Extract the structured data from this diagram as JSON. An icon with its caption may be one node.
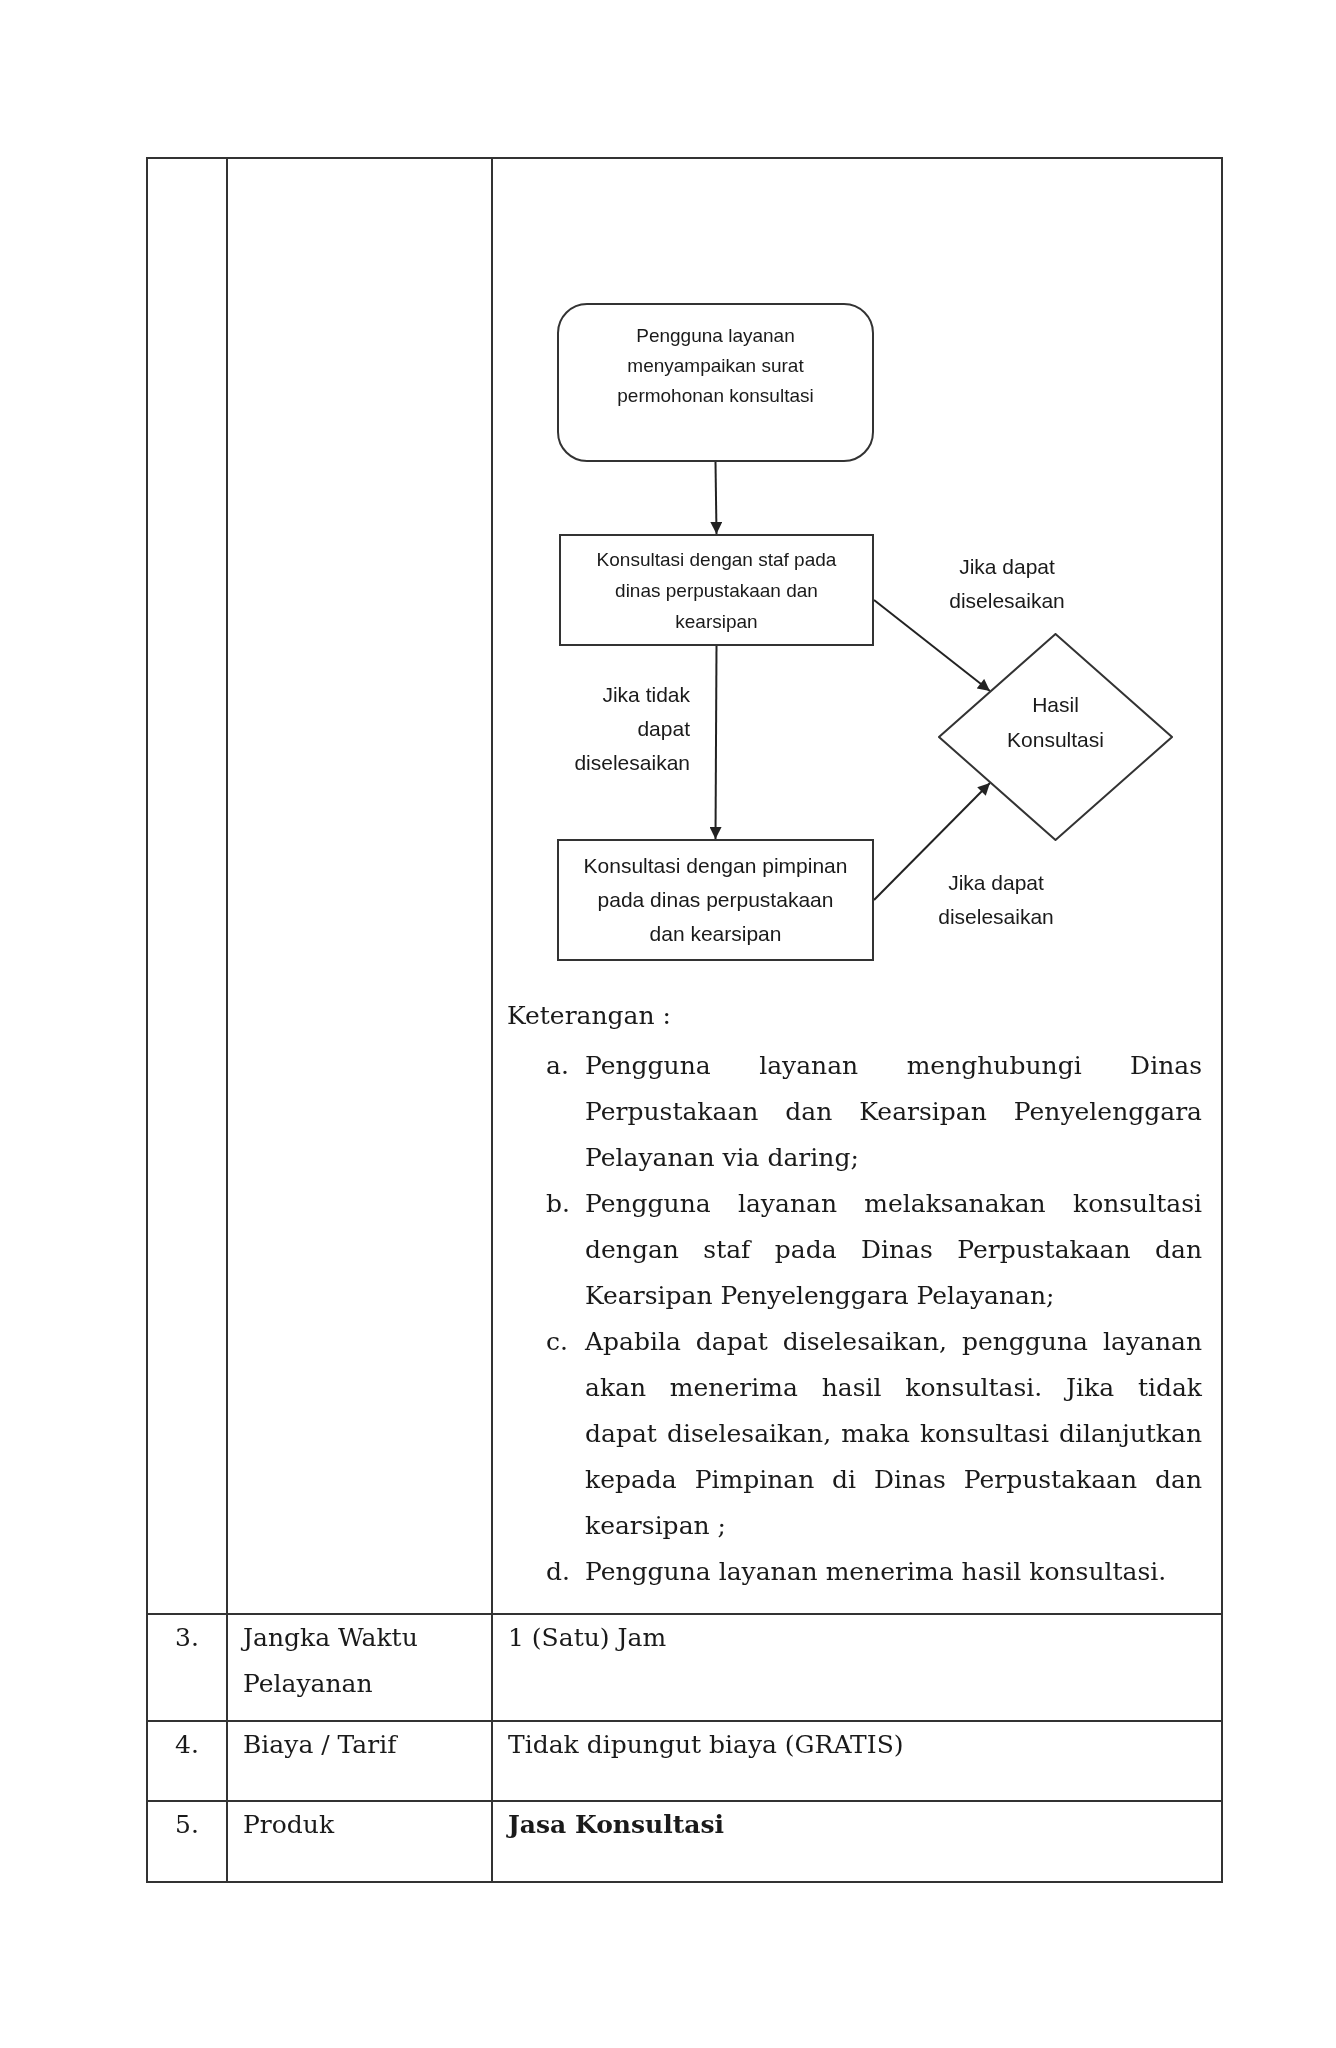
{
  "diagram": {
    "nodes": [
      {
        "text": [
          "Pengguna layanan menyampaikan surat permohonan konsultasi"
        ]
      },
      {
        "text": [
          "Konsultasi dengan staf pada dinas perpustakaan dan kearsipan"
        ]
      },
      {
        "text": [
          "Hasil Konsultasi"
        ]
      },
      {
        "text": [
          "Konsultasi dengan pimpinan pada dinas perpustakaan dan kearsipan"
        ]
      }
    ],
    "edges": [
      {
        "from": 0,
        "to": 1,
        "arrow": "to"
      },
      {
        "from": 1,
        "to": 3,
        "arrow": "to",
        "label": "Jika tidak dapat diselesaikan"
      },
      {
        "from": 1,
        "to": 2,
        "arrow": "to",
        "label": "Jika dapat diselesaikan"
      },
      {
        "from": 3,
        "to": 2,
        "arrow": "to",
        "label": "Jika dapat diselesaikan"
      }
    ],
    "labels": [
      "Keterangan :",
      "a.",
      "Pengguna layanan menghubungi Dinas Perpustakaan dan Kearsipan Penyelenggara Pelayanan via daring;",
      "b.",
      "Pengguna layanan melaksanakan konsultasi dengan staf pada Dinas Perpustakaan dan Kearsipan Penyelenggara Pelayanan;",
      "c.",
      "Apabila dapat diselesaikan, pengguna layanan akan menerima hasil konsultasi. Jika tidak dapat diselesaikan, maka konsultasi dilanjutkan kepada Pimpinan di Dinas Perpustakaan dan kearsipan ;",
      "d.",
      "Pengguna layanan menerima hasil konsultasi.",
      "3.",
      "Jangka Waktu Pelayanan",
      "1 (Satu) Jam",
      "4.",
      "Biaya / Tarif",
      "Tidak dipungut biaya (GRATIS)",
      "5.",
      "Produk",
      "Jasa Konsultasi"
    ]
  }
}
